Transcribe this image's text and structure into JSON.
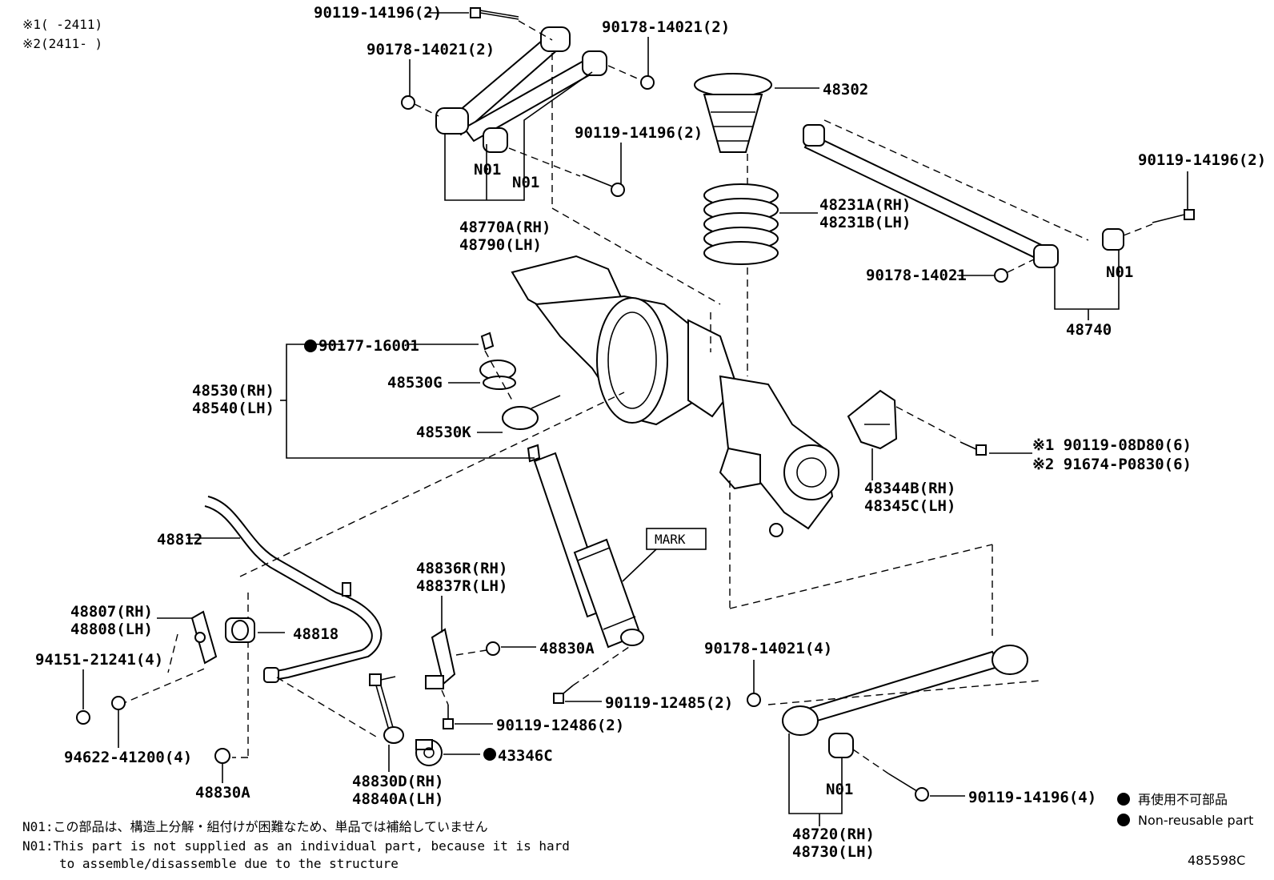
{
  "header_notes": {
    "note1": "※1(     -2411)",
    "note2": "※2(2411-     )"
  },
  "labels": {
    "p90119_14196_top": "90119-14196(2)",
    "p90178_14021_top_right": "90178-14021(2)",
    "p90178_14021_top_left": "90178-14021(2)",
    "p90119_14196_mid": "90119-14196(2)",
    "n01_a": "N01",
    "n01_b": "N01",
    "p48770A": "48770A(RH)",
    "p48790": "48790(LH)",
    "p48302": "48302",
    "p48231A": "48231A(RH)",
    "p48231B": "48231B(LH)",
    "p90119_14196_right": "90119-14196(2)",
    "p90178_14021_right": "90178-14021",
    "n01_c": "N01",
    "p48740": "48740",
    "p90177_16001": "90177-16001",
    "p48530G": "48530G",
    "p48530": "48530(RH)",
    "p48540": "48540(LH)",
    "p48530K": "48530K",
    "note_x1_bolt": "※1 90119-08D80(6)",
    "note_x2_bolt": "※2 91674-P0830(6)",
    "p48344B": "48344B(RH)",
    "p48345C": "48345C(LH)",
    "mark": "MARK",
    "p48812": "48812",
    "p48836R": "48836R(RH)",
    "p48837R": "48837R(LH)",
    "p48807": "48807(RH)",
    "p48808": "48808(LH)",
    "p48818": "48818",
    "p48830A_mid": "48830A",
    "p94151_21241": "94151-21241(4)",
    "p90119_12485": "90119-12485(2)",
    "p90178_14021_bottom": "90178-14021(4)",
    "p90119_12486": "90119-12486(2)",
    "p94622_41200": "94622-41200(4)",
    "p43346C": "43346C",
    "p48830A_bottom": "48830A",
    "p48830D": "48830D(RH)",
    "p48840A": "48840A(LH)",
    "n01_d": "N01",
    "p90119_14196_bottom": "90119-14196(4)",
    "p48720": "48720(RH)",
    "p48730": "48730(LH)"
  },
  "footer": {
    "note_jp": "N01:この部品は、構造上分解・組付けが困難なため、単品では補給していません",
    "note_en_1": "N01:This part is not supplied as an individual part, because it is hard",
    "note_en_2": "to assemble/disassemble due to the structure",
    "legend_jp": "再使用不可部品",
    "legend_en": "Non-reusable part",
    "figure_code": "485598C"
  }
}
